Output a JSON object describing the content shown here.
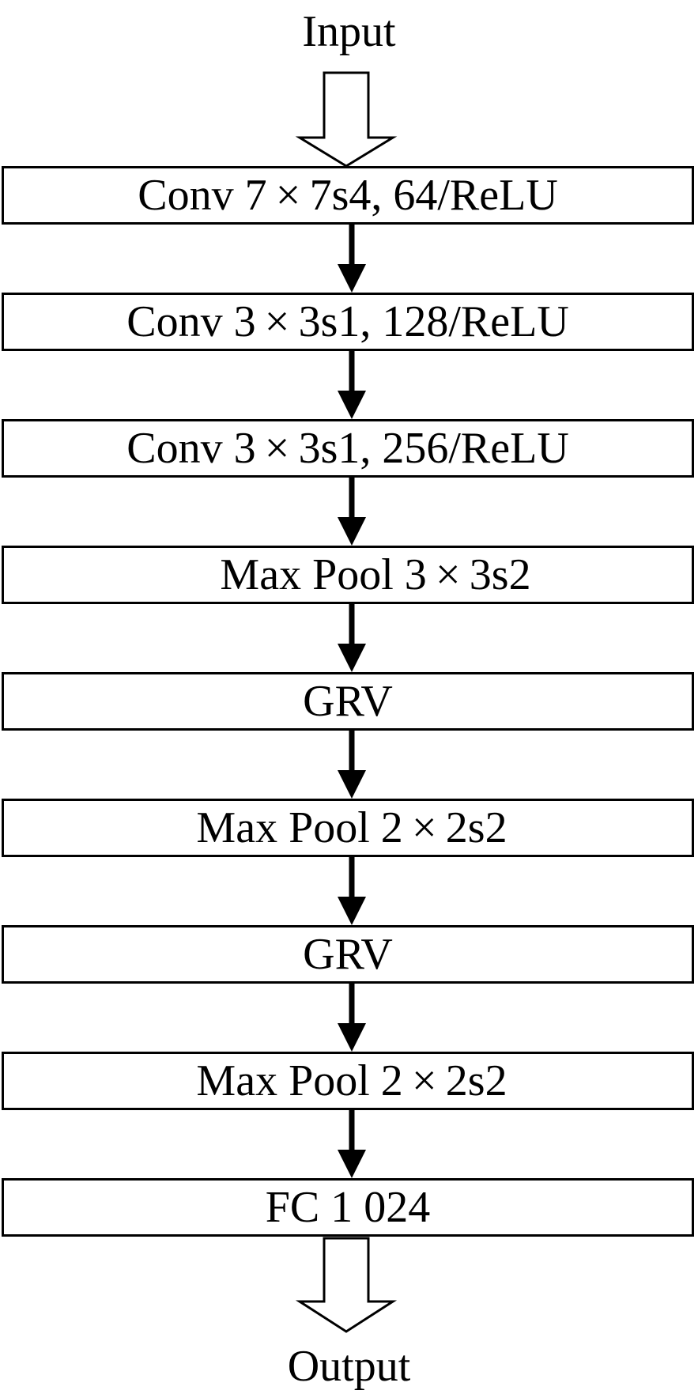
{
  "input_label": "Input",
  "output_label": "Output",
  "layers": [
    {
      "label": "Conv 7 × 7s4, 64/ReLU"
    },
    {
      "label": "Conv 3 × 3s1, 128/ReLU"
    },
    {
      "label": "Conv 3 × 3s1, 256/ReLU"
    },
    {
      "label": "Max Pool 3 × 3s2"
    },
    {
      "label": "GRV"
    },
    {
      "label": "Max Pool 2 × 2s2"
    },
    {
      "label": "GRV"
    },
    {
      "label": "Max Pool 2 × 2s2"
    },
    {
      "label": "FC 1 024"
    }
  ],
  "colors": {
    "stroke": "#000000",
    "background": "#ffffff"
  }
}
